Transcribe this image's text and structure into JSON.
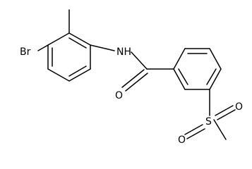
{
  "structure": {
    "atom_labels": {
      "bromine": "Br",
      "amide_nitrogen": "NH",
      "carbonyl_oxygen": "O",
      "sulfur": "S",
      "sulfonyl_oxygen_top": "O",
      "sulfonyl_oxygen_bottom": "O"
    }
  },
  "colors": {
    "bond": "#000000",
    "label": "#000000",
    "background": "#ffffff"
  }
}
